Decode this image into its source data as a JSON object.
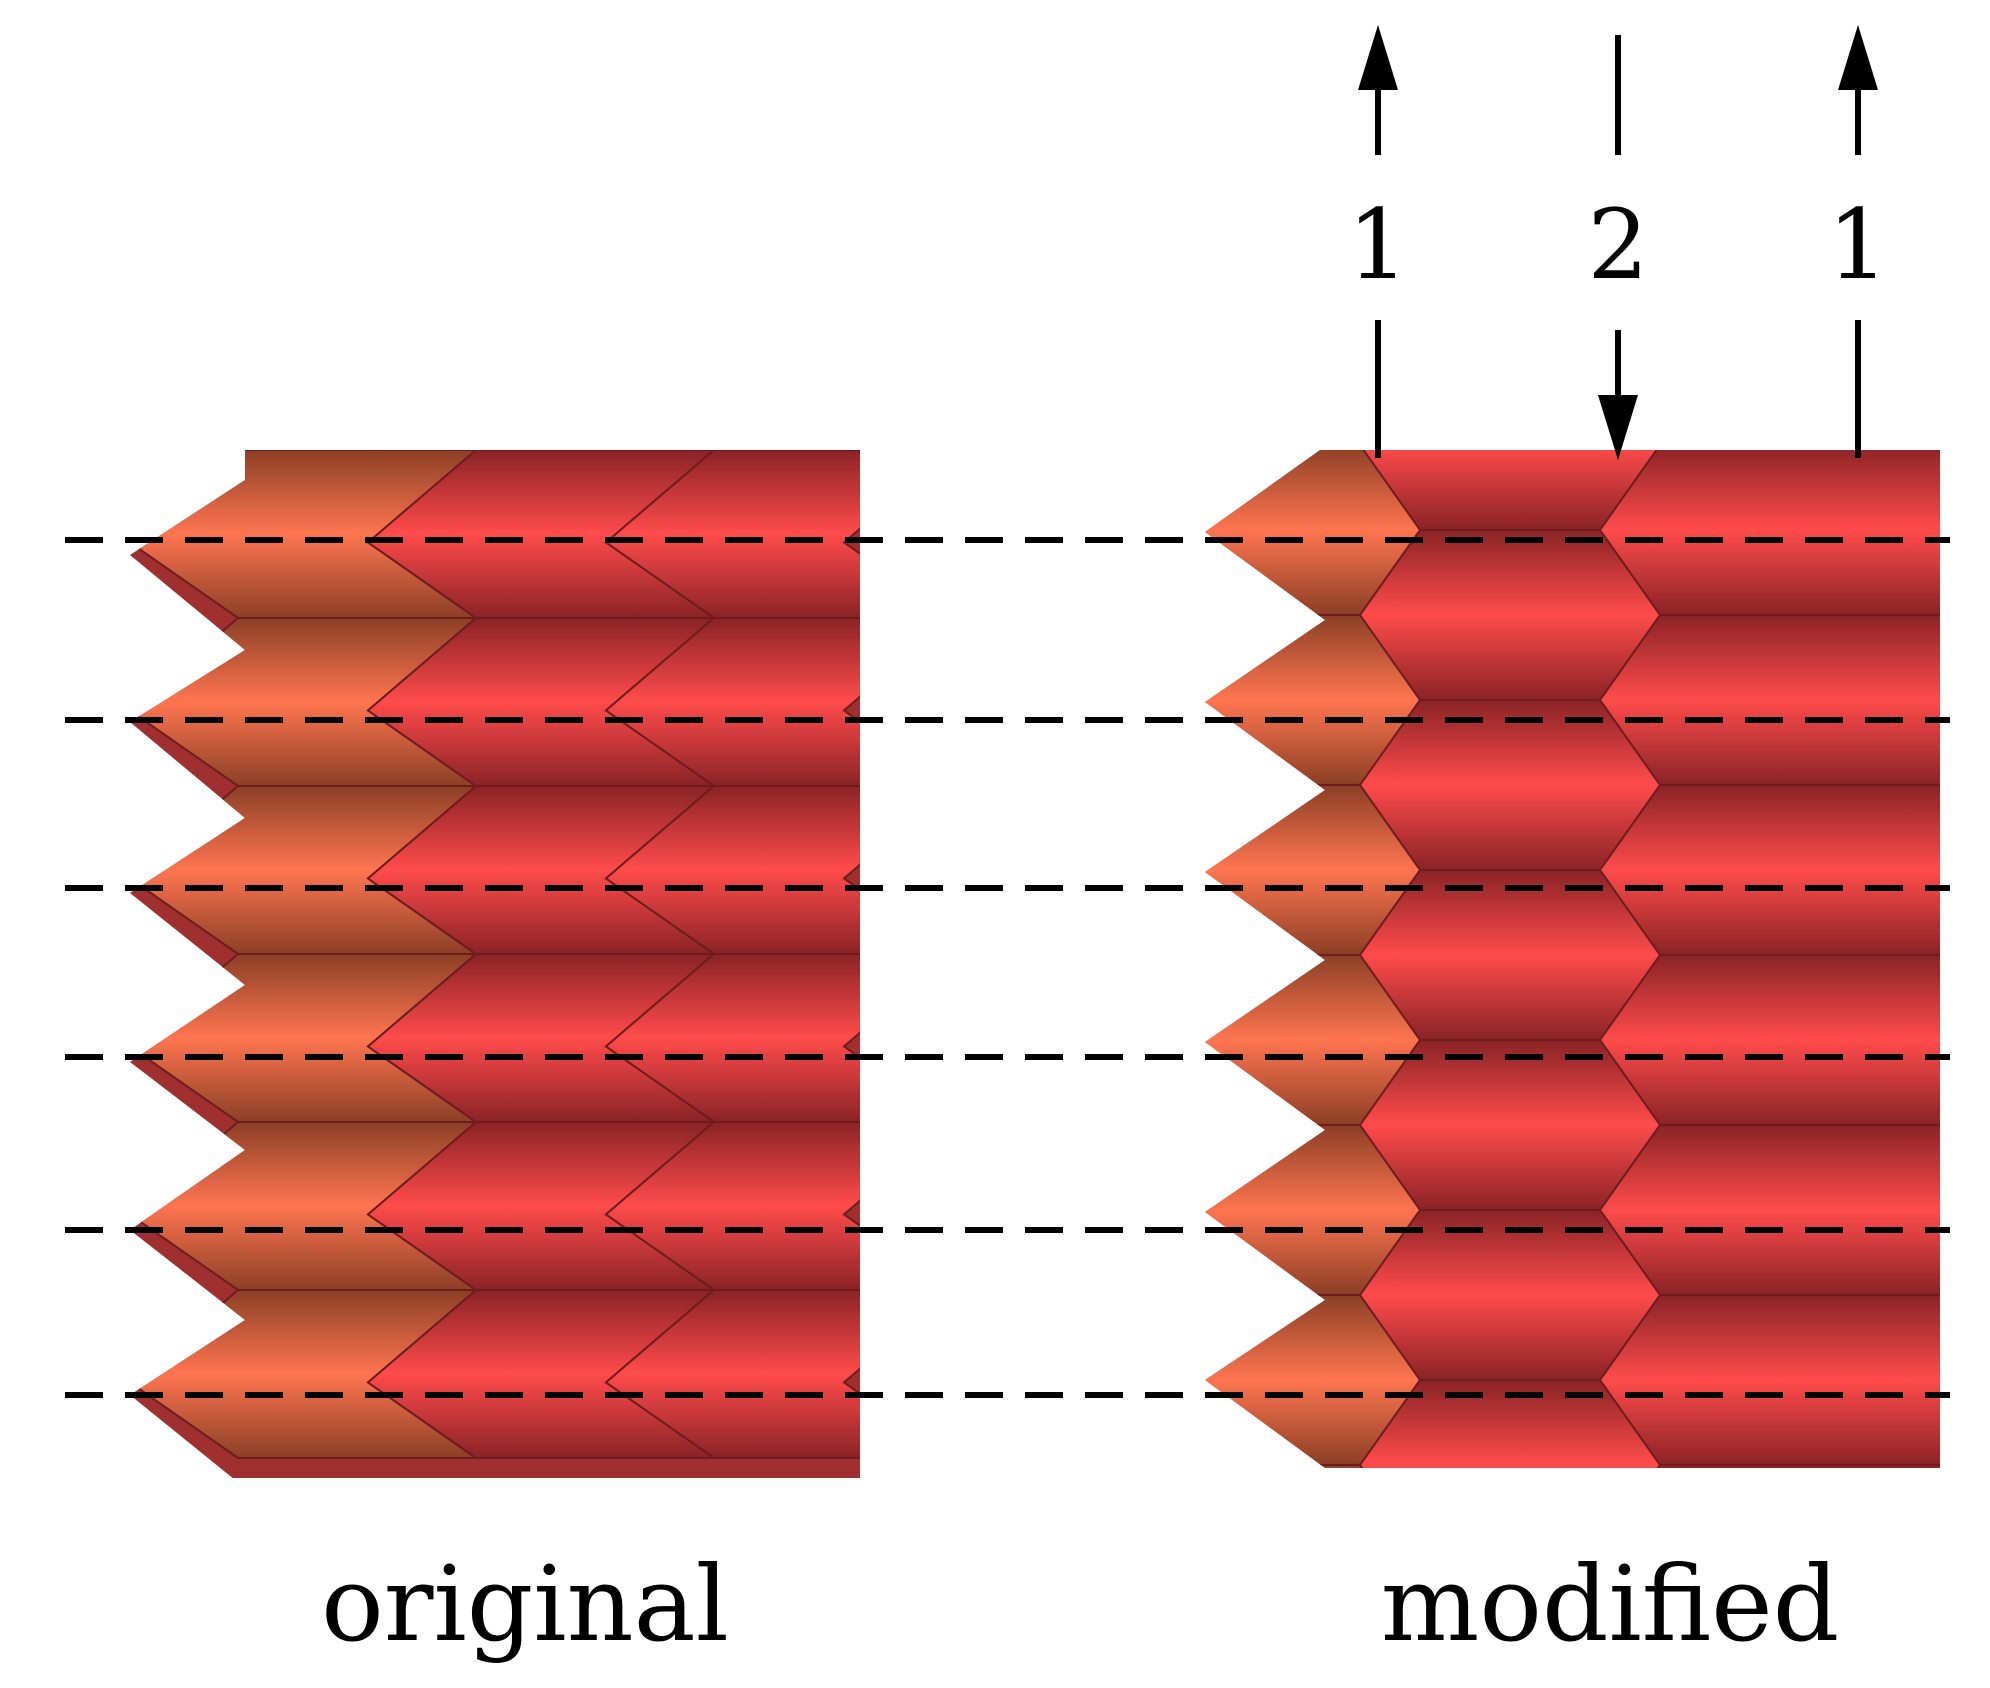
{
  "panels": {
    "original": {
      "label": "original"
    },
    "modified": {
      "label": "modified"
    }
  },
  "column_markers": [
    {
      "label": "1",
      "direction": "up"
    },
    {
      "label": "2",
      "direction": "down"
    },
    {
      "label": "1",
      "direction": "up"
    }
  ],
  "colors": {
    "tile_red": "#ff4d4d",
    "tile_dark": "#7a1f22",
    "tile_orange": "#ff7a50",
    "tile_brown": "#7a3a22",
    "line": "#000000"
  }
}
